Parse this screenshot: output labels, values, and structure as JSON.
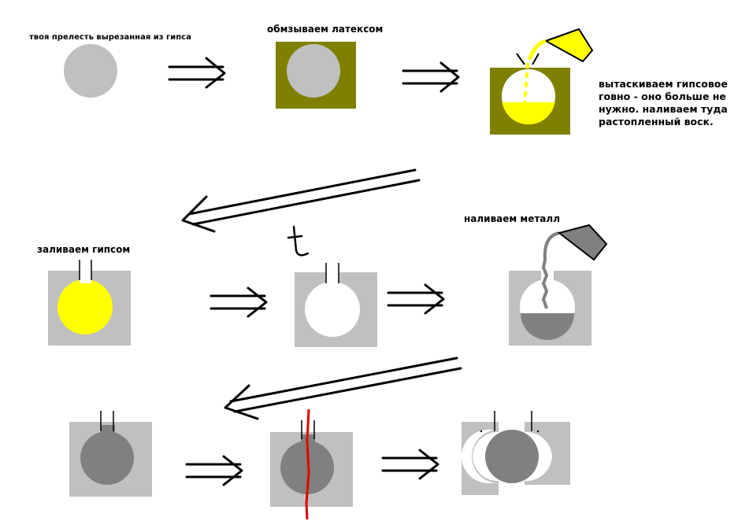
{
  "labels": {
    "step1": "твоя прелесть вырезанная из гипса",
    "step2": "обмзываем латексом",
    "step3": "вытаскиваем гипсовое говно - оно больше не нужно. наливаем туда растопленный воск.",
    "step4": "заливаем гипсом",
    "step5": "t",
    "step6": "наливаем металл"
  },
  "colors": {
    "plaster_gray": "#c0c0c0",
    "latex_olive": "#808000",
    "wax_yellow": "#ffff00",
    "metal_gray": "#808080",
    "hollow_white": "#ffffff",
    "cut_red": "#e00000",
    "arrow_black": "#000000"
  }
}
